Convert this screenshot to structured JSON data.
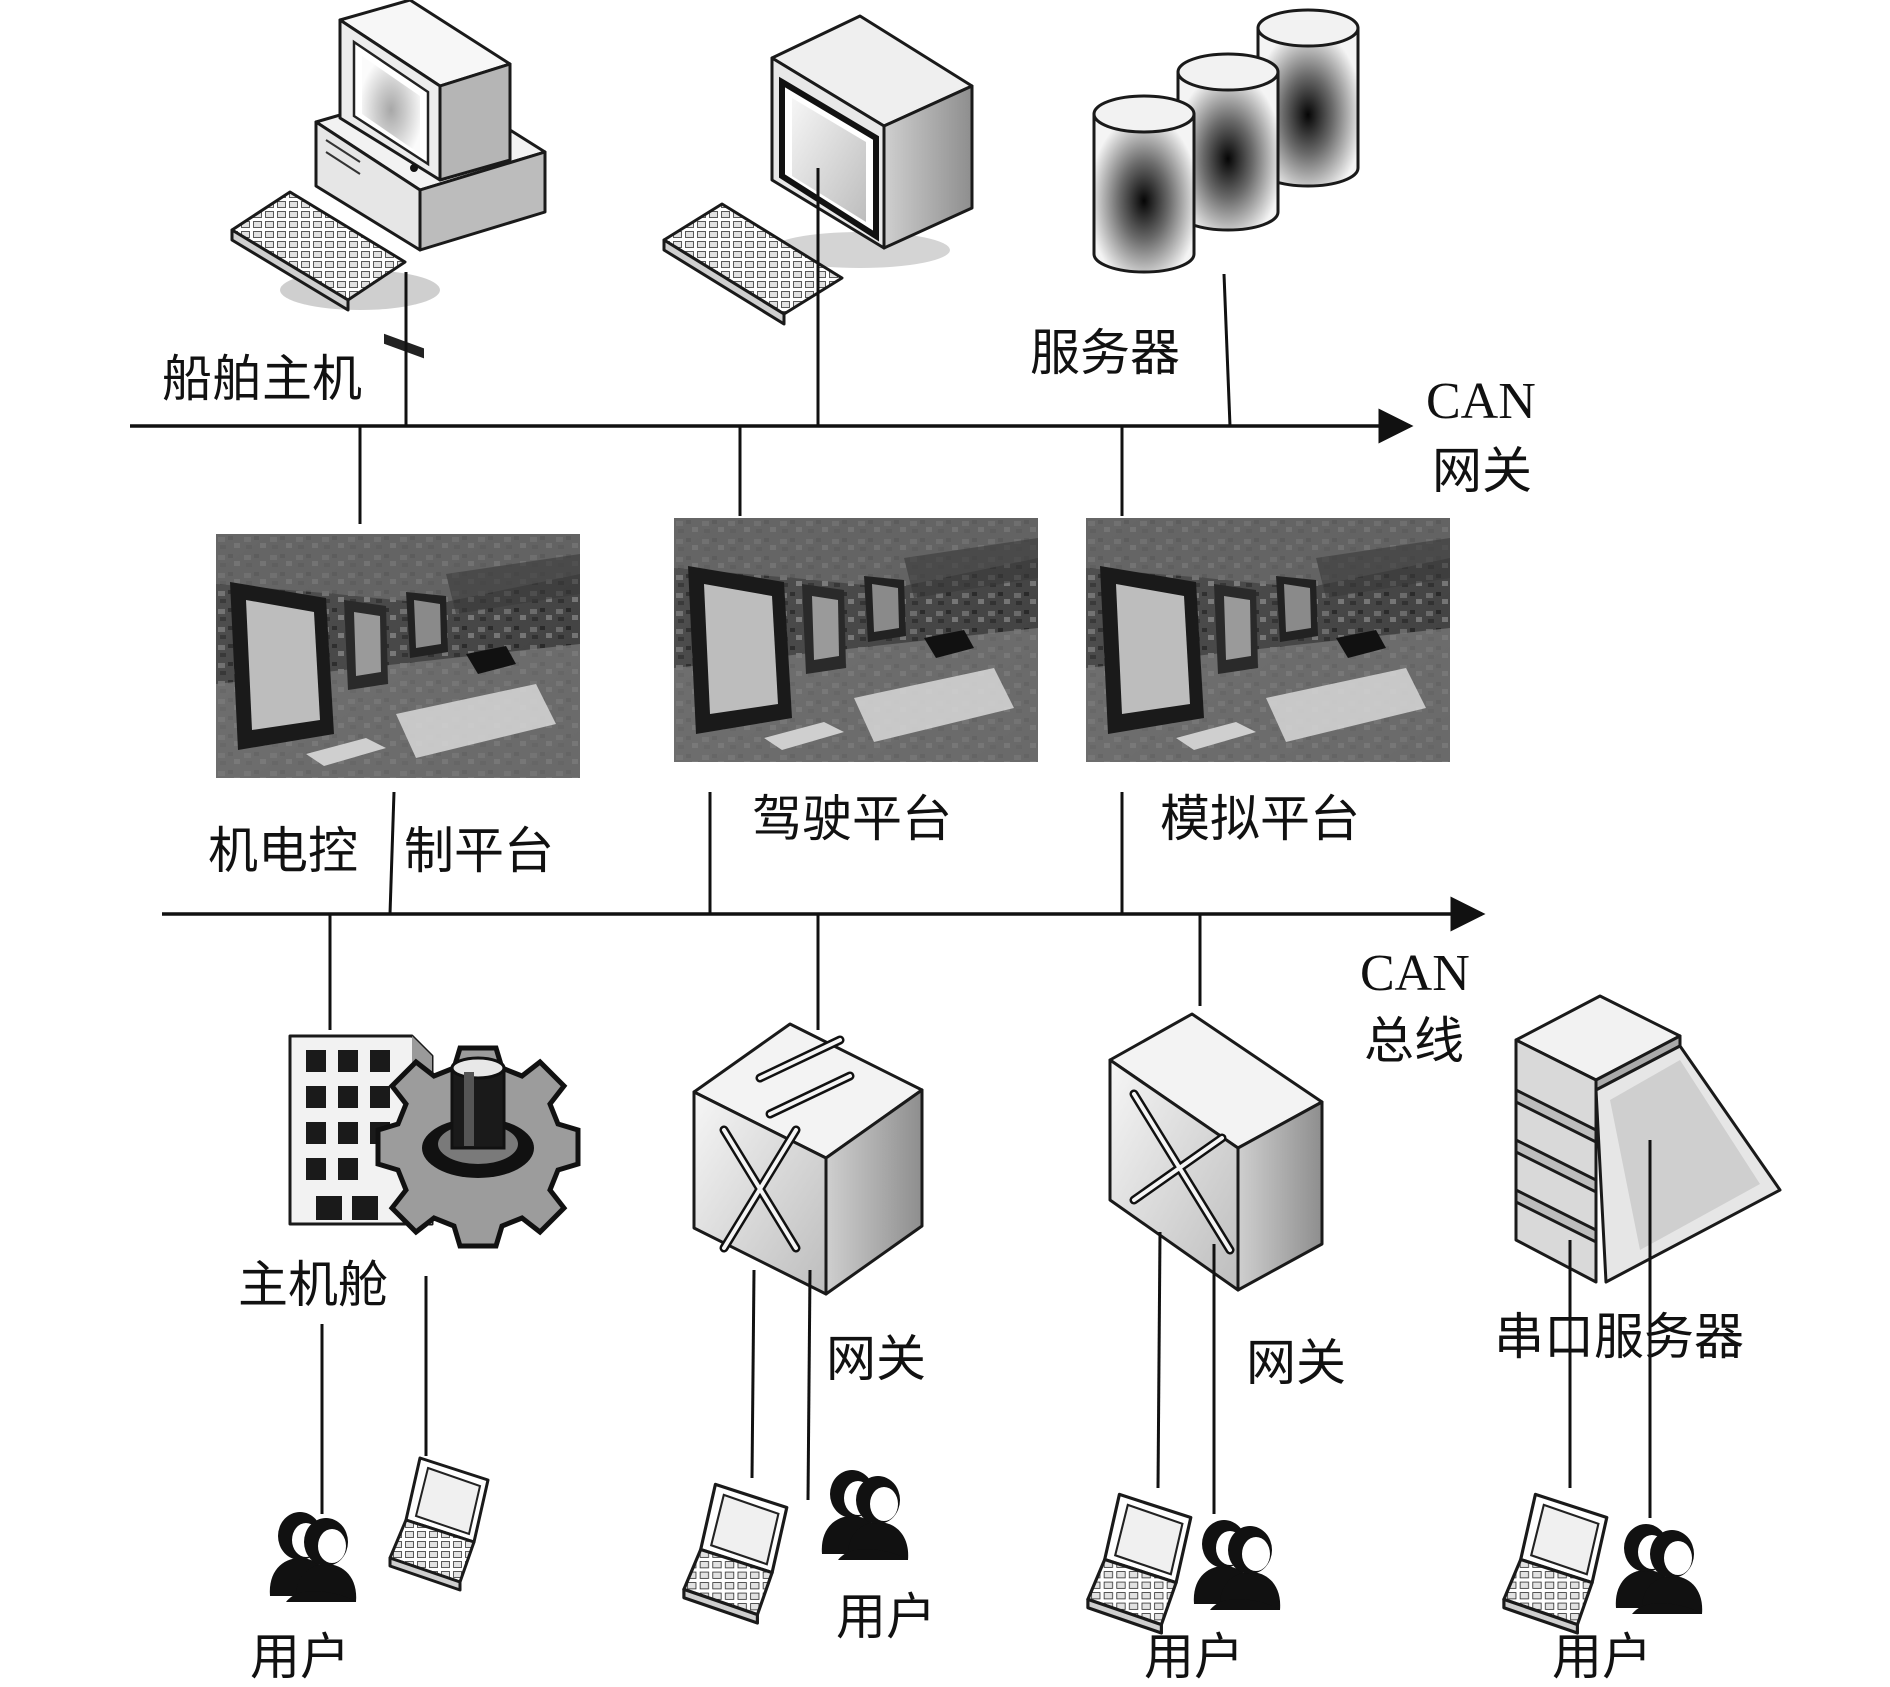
{
  "labels": {
    "ship_host": "船舶主机",
    "server": "服务器",
    "can_gateway_can": "CAN",
    "can_gateway_word": "网关",
    "electromechanical_platform_a": "机电控",
    "electromechanical_platform_b": "制平台",
    "driving_platform": "驾驶平台",
    "simulation_platform": "模拟平台",
    "can_bus_can": "CAN",
    "can_bus_word": "总线",
    "engine_room": "主机舱",
    "gateway_1": "网关",
    "gateway_2": "网关",
    "serial_server": "串口服务器",
    "user_1": "用户",
    "user_2": "用户",
    "user_3": "用户",
    "user_4": "用户"
  },
  "icons": [
    "desktop-computer-icon",
    "monitor-workstation-icon",
    "database-cylinders-icon",
    "control-room-photo",
    "building-gear-icon",
    "network-switch-icon",
    "serial-server-icon",
    "user-pair-icon",
    "laptop-icon"
  ],
  "colors": {
    "line": "#111111",
    "background": "#ffffff"
  }
}
